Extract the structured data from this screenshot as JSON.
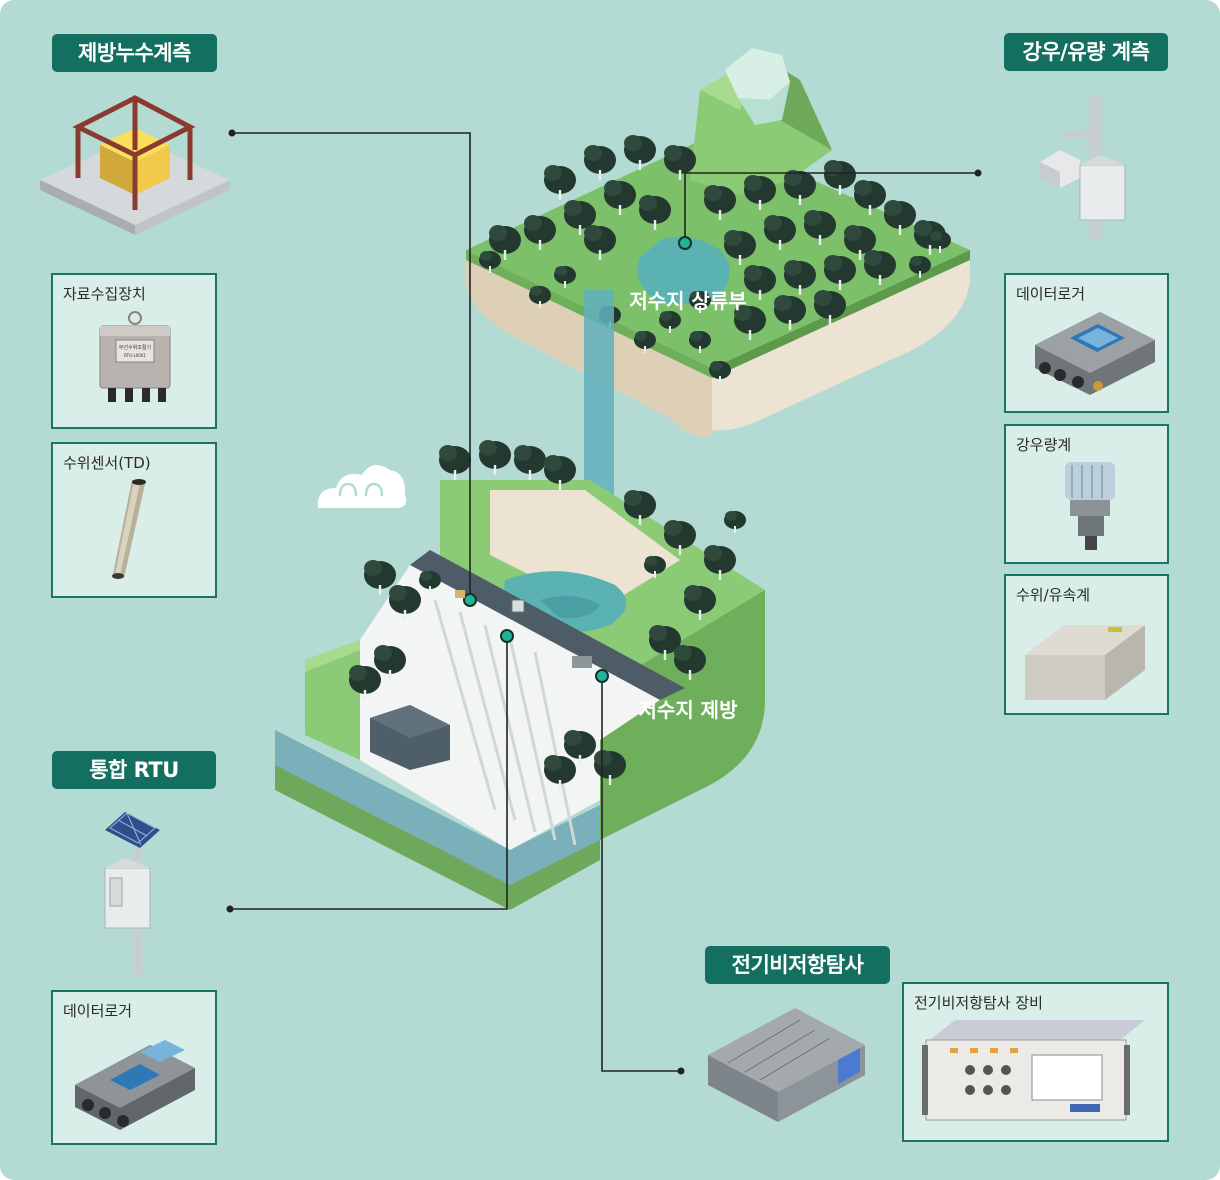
{
  "tags": {
    "leak": "제방누수계측",
    "rain": "강우/유량 계측",
    "rtu": "통합 RTU",
    "resist": "전기비저항탐사"
  },
  "cards": {
    "collector": "자료수집장치",
    "level_sensor": "수위센서(TD)",
    "logger_right": "데이터로거",
    "rain_gauge": "강우량계",
    "flow_meter": "수위/유속계",
    "logger_left": "데이터로거",
    "resist_equipment": "전기비저항탐사 장비"
  },
  "scene": {
    "upstream": "저수지 상류부",
    "dam": "저수지 제방"
  },
  "device": {
    "collector_plate_line1": "무선수위조절기",
    "collector_plate_line2": "RTU-L0001"
  },
  "colors": {
    "background": "#b3dbd4",
    "tag": "#136f5f",
    "card_border": "#1a7564",
    "card_fill": "#d9ede9",
    "marker": "#1fb39a"
  }
}
